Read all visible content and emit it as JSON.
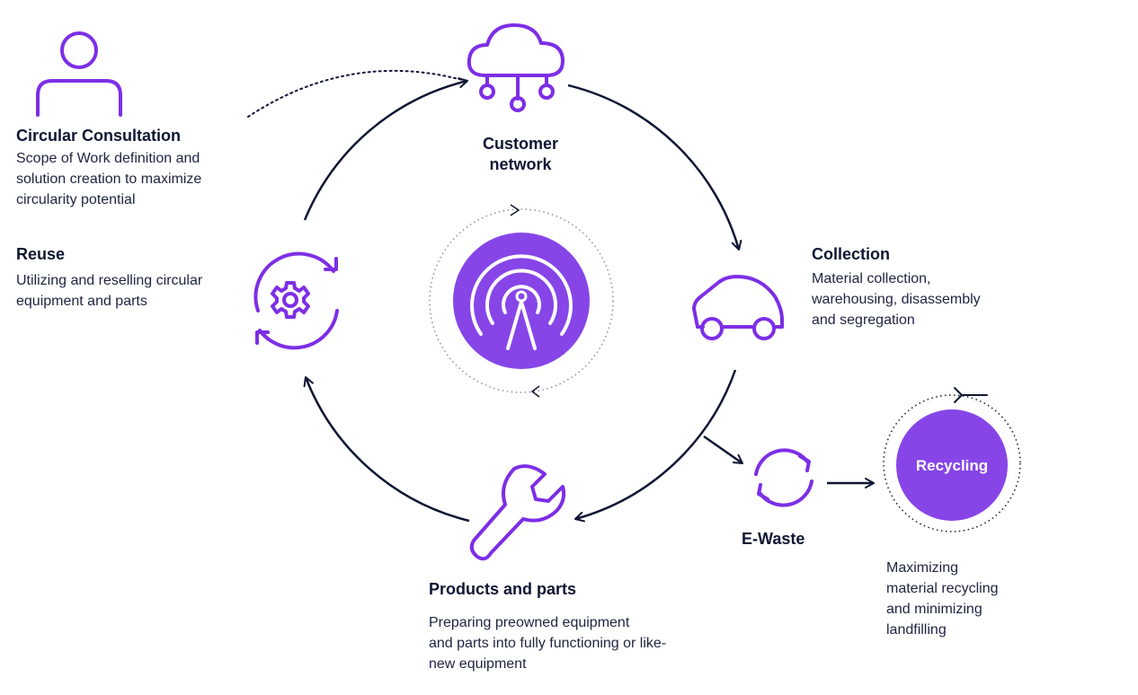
{
  "colors": {
    "purple": "#7d2ee6",
    "circle_fill": "#8745e8",
    "navy": "#0f1633",
    "text": "#1d2440",
    "white": "#ffffff",
    "dotted": "#7a7f90"
  },
  "icons": {
    "person": "person-icon",
    "cloud": "cloud-network-icon",
    "car": "car-icon",
    "gear": "gear-reuse-icon",
    "wrench": "wrench-icon",
    "recycle": "recycle-arrows-icon",
    "antenna": "antenna-icon"
  },
  "sections": {
    "consultation": {
      "title": "Circular Consultation",
      "description": "Scope of Work definition and\nsolution creation to maximize\ncircularity potential"
    },
    "customer_network": {
      "title": "Customer\nnetwork"
    },
    "collection": {
      "title": "Collection",
      "description": "Material collection,\nwarehousing, disassembly\nand segregation"
    },
    "reuse": {
      "title": "Reuse",
      "description": "Utilizing and reselling circular\nequipment and parts"
    },
    "products": {
      "title": "Products and parts",
      "description": "Preparing preowned equipment\nand parts into fully functioning or like-\nnew equipment"
    },
    "ewaste": {
      "title": "E-Waste"
    },
    "recycling": {
      "label": "Recycling",
      "description": "Maximizing\nmaterial recycling\nand minimizing\nlandfilling"
    }
  }
}
